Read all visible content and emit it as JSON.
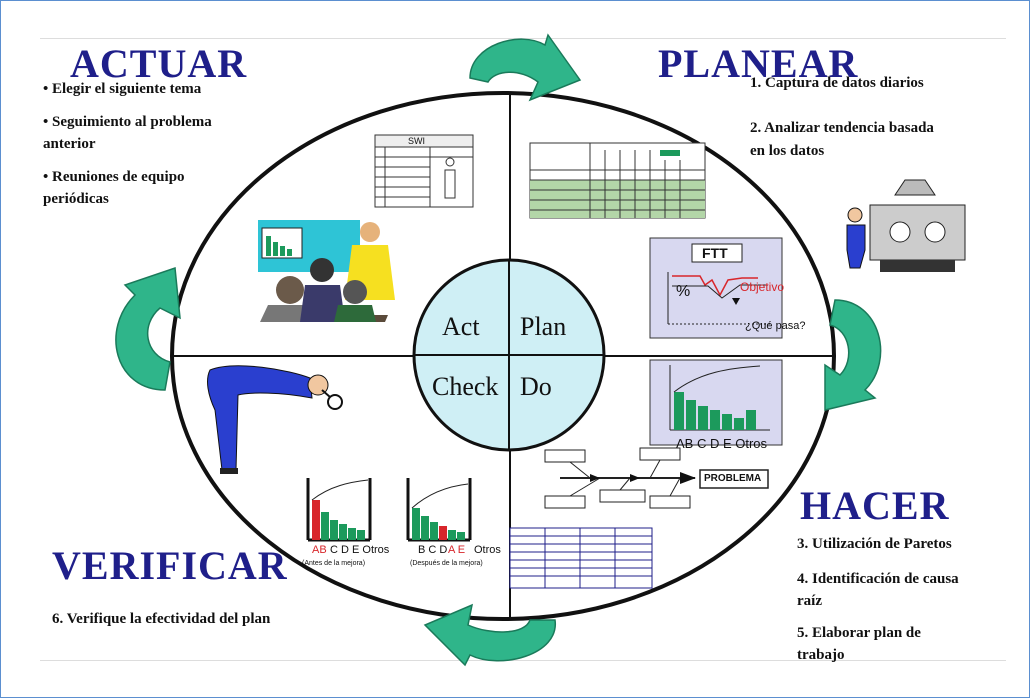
{
  "quadrants": {
    "actuar": {
      "title": "ACTUAR",
      "items": [
        "• Elegir el siguiente tema",
        "• Seguimiento al problema",
        "anterior",
        "• Reuniones de equipo",
        "periódicas"
      ]
    },
    "planear": {
      "title": "PLANEAR",
      "items": [
        "1. Captura de datos diarios",
        "2. Analizar tendencia basada",
        "en los datos"
      ]
    },
    "hacer": {
      "title": "HACER",
      "items": [
        "3. Utilización de Paretos",
        "4. Identificación de causa",
        "raíz",
        "5. Elaborar plan de",
        "trabajo"
      ]
    },
    "verificar": {
      "title": "VERIFICAR",
      "items": [
        "6. Verifique la efectividad del plan"
      ]
    }
  },
  "center": {
    "act": "Act",
    "plan": "Plan",
    "check": "Check",
    "do": "Do"
  },
  "illustrations": {
    "swi_label": "SWI",
    "ftt_label": "FTT",
    "ftt_percent": "%",
    "ftt_objetivo": "Objetivo",
    "ftt_que_pasa": "¿Qué pasa?",
    "pareto_labels": "AB C D E Otros",
    "problema_label": "PROBLEMA",
    "before_labels_ab": "AB",
    "before_labels_rest": "C D E  Otros",
    "before_caption": "(Antes de la mejora)",
    "after_labels_bcd": "B C D",
    "after_labels_ae": "A E",
    "after_labels_rest": "Otros",
    "after_caption": "(Después de la mejora)"
  },
  "colors": {
    "title": "#1f1f8a",
    "arrow": "#2fb58a",
    "center_fill": "#cfeff5",
    "bar_green": "#1c9a5c",
    "bar_red": "#d8262b",
    "panel_bg": "#d8d8f0"
  }
}
